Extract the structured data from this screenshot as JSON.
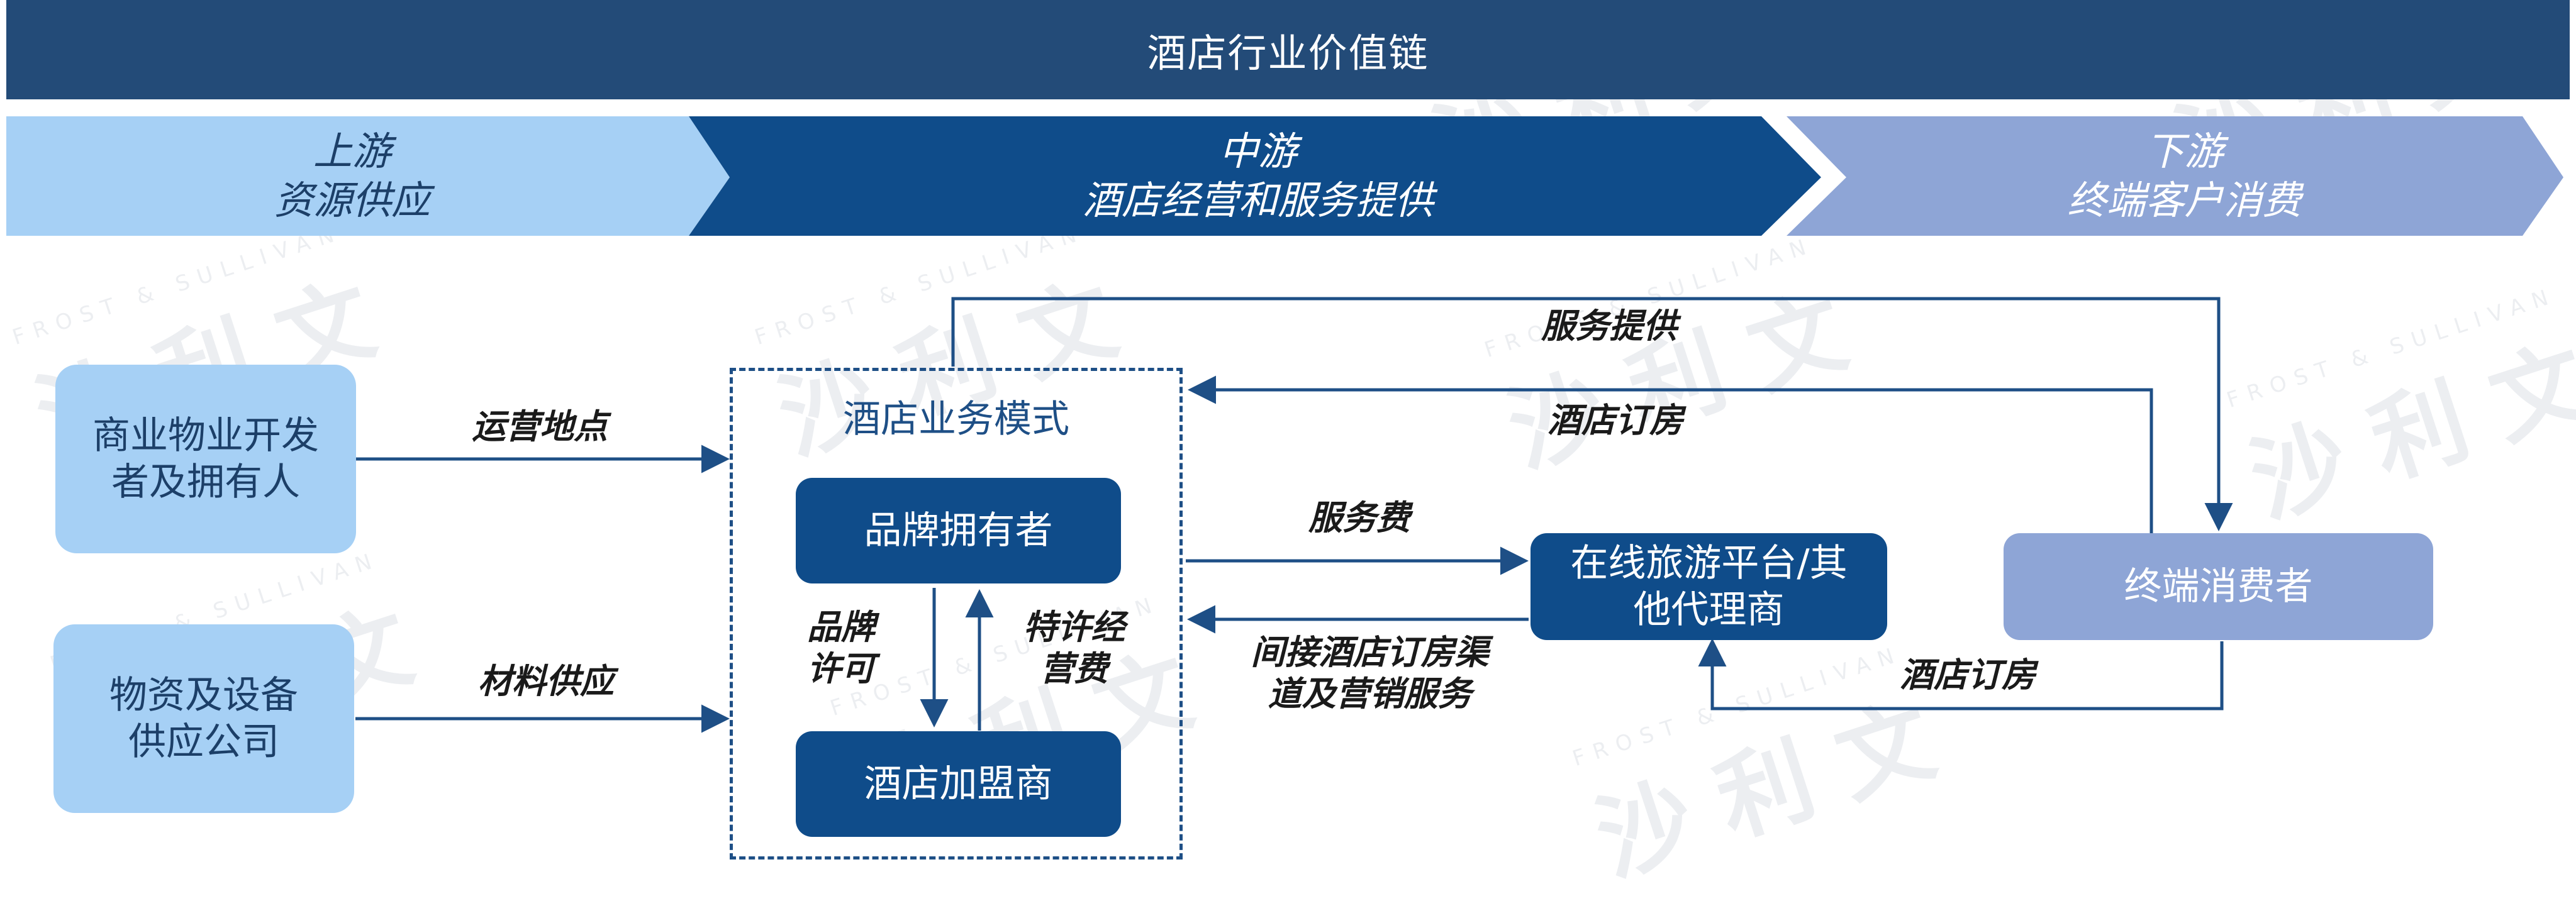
{
  "header": {
    "title": "酒店行业价值链"
  },
  "chain": {
    "upstream": {
      "title": "上游",
      "subtitle": "资源供应",
      "color": "#a6d0f5",
      "text_color": "#1c3f68"
    },
    "midstream": {
      "title": "中游",
      "subtitle": "酒店经营和服务提供",
      "color": "#0f4c8a",
      "text_color": "#ffffff"
    },
    "downstream": {
      "title": "下游",
      "subtitle": "终端客户消费",
      "color": "#8ea5d6",
      "text_color": "#ffffff"
    }
  },
  "nodes": {
    "property_developer": "商业物业开发者及拥有人",
    "supplies_company": "物资及设备供应公司",
    "business_model_title": "酒店业务模式",
    "brand_owner": "品牌拥有者",
    "franchisee": "酒店加盟商",
    "ota": "在线旅游平台/其他代理商",
    "consumer": "终端消费者"
  },
  "flows": {
    "operating_site": "运营地点",
    "material_supply": "材料供应",
    "brand_license": "品牌许可",
    "franchise_fee": "特许经营费",
    "service_fee": "服务费",
    "indirect_booking": "间接酒店订房渠道及营销服务",
    "service_provision": "服务提供",
    "hotel_booking_top": "酒店订房",
    "hotel_booking_bottom": "酒店订房"
  },
  "watermark": {
    "cn": "沙利文",
    "en": "FROST & SULLIVAN"
  },
  "colors": {
    "header": "#234b78",
    "arrow": "#1e4f86",
    "box_light": "#a6d0f5",
    "box_dark": "#0f4c8a",
    "box_gray": "#8ea5d6"
  }
}
